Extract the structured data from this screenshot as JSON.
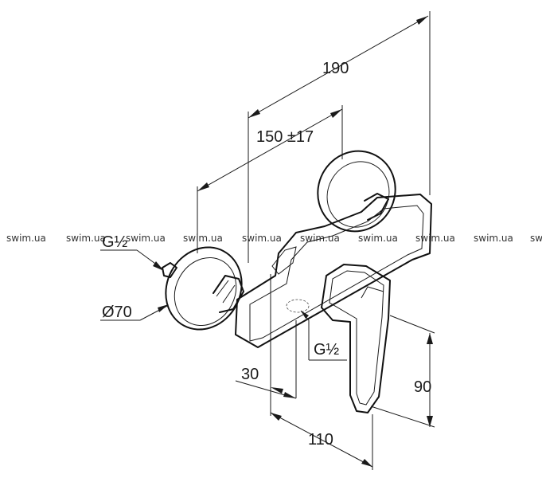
{
  "watermark": {
    "text": "swim.ua",
    "tail": "sw"
  },
  "dimensions": {
    "total_length": "190",
    "center_distance": "150 ±17",
    "connection_left": "G½",
    "connection_bottom": "G½",
    "rosette_diameter": "Ø70",
    "offset": "30",
    "lever_height": "90",
    "depth": "110"
  },
  "colors": {
    "line": "#1a1a1a",
    "background": "#ffffff"
  }
}
